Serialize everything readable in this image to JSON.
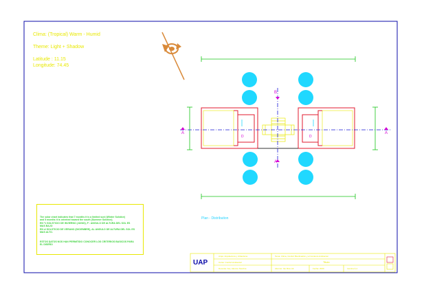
{
  "header": {
    "climate": "Clima: (Tropical) Warm - Humid",
    "theme": "Theme: Light + Shadow",
    "latitude": "Latitude : 11.15",
    "longitude": "Longitude: 74.45"
  },
  "plan": {
    "label_a": "A",
    "label_b": "B",
    "label_d": "D",
    "caption": "Plan - Distribution"
  },
  "notes": {
    "lines": [
      "The solar chart indicates that 7 months it is a limited sunl (Winter Solstice)",
      "and 5 months it is oriented toward the south (Summer Solstice).",
      "EN *1 SOLSTICIO DE INVIERNO (JUNIO), P : ANGULO DE ALTURA DEL SOL ES",
      "MAS BAJO",
      "EN el SOLSTICIO DE VERANO (DICIEMBRE), AL ANGULO DE ALTURA DEL SOL ES",
      "MAS ALTO.",
      "",
      "ESTOS DATOS NOS HAN PERMITIDO CONOCER LOS CRITERIOS BASICOS PARA",
      "EL DISEÑO"
    ]
  },
  "title_block": {
    "logo": "UAP",
    "row1": [
      "Arqui. Arquitectura y Urbanismo",
      "Tema: Clima, Confort Bioclimatico y el Contexto Ambiental"
    ],
    "row2": [
      "Curso: Confort Ambiental",
      "Titulo"
    ],
    "row3": [
      "Docente: Arq. Alumno Nombre",
      "Alumno: Ver Rico Ab",
      "Fecha: 2020",
      "Lamina A-1"
    ]
  },
  "colors": {
    "border": "#0a0aa8",
    "walls": "#e0182e",
    "dims": "#16c416",
    "axis": "#1a1ad8",
    "tags": "#d400d4",
    "trees": "#20d8ff",
    "yellow": "#e8e800",
    "compass": "#d98a3a"
  }
}
